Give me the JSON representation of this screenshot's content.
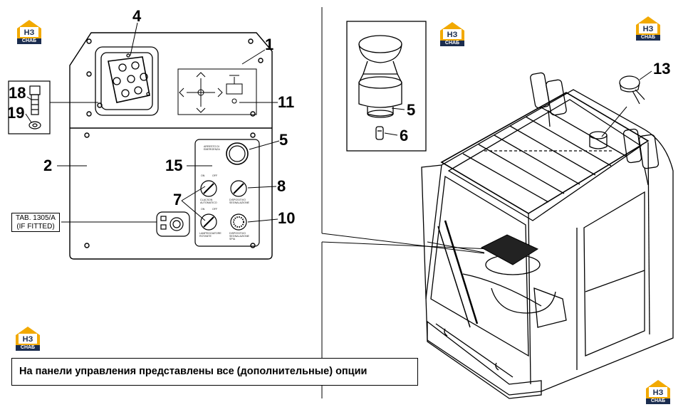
{
  "callouts": {
    "c1": "1",
    "c2": "2",
    "c4": "4",
    "c5": "5",
    "c5b": "5",
    "c6": "6",
    "c7": "7",
    "c8": "8",
    "c10": "10",
    "c11": "11",
    "c13": "13",
    "c15": "15",
    "c18": "18",
    "c19": "19"
  },
  "tab_label": {
    "line1": "TAB. 1305/A",
    "line2": "(IF FITTED)"
  },
  "caption": "На панели управления представлены все (дополнительные) опции",
  "logo": {
    "mark": "НЗ",
    "sub": "СНАБ"
  },
  "panel_text": {
    "t1a": "ARRESTO DI",
    "t1b": "EMERGENZA",
    "t2a": "ON",
    "t2b": "OFF",
    "t3a": "CLACSON",
    "t3b": "AUTOMATICO",
    "t4a": "ON",
    "t4b": "OFF",
    "t5a": "LAMPEGGIATORE",
    "t5b": "ROTANTE",
    "t6a": "DISPOSITIVO",
    "t6b": "SEGNALAZIONE",
    "t7a": "DISPOSITIVO",
    "t7b": "SEGNALAZIONE",
    "t7c": "SPIA"
  }
}
